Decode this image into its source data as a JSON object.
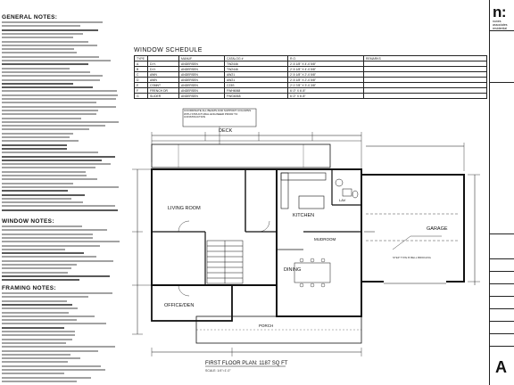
{
  "notes": {
    "general_title": "GENERAL NOTES:",
    "window_title": "WINDOW NOTES:",
    "framing_title": "FRAMING NOTES:"
  },
  "window_schedule": {
    "title": "WINDOW SCHEDULE",
    "columns": [
      "TYPE",
      "MANUF.",
      "CATALOG #",
      "R.O.",
      "REMARKS"
    ],
    "rows": [
      {
        "type": "A",
        "desc": "D.H.",
        "manuf": "ANDERSEN",
        "catalog": "TW2446",
        "ro": "2'-5 1/8\" X 4'-0 5/8\""
      },
      {
        "type": "B",
        "desc": "D.H.",
        "manuf": "ANDERSEN",
        "catalog": "TW2446",
        "ro": "2'-5 1/8\" X 4'-0 5/8\""
      },
      {
        "type": "C",
        "desc": "AWN",
        "manuf": "ANDERSEN",
        "catalog": "AW21",
        "ro": "2'-5 1/8\" X 2'-0 5/8\""
      },
      {
        "type": "D",
        "desc": "AWN",
        "manuf": "ANDERSEN",
        "catalog": "AW21",
        "ro": "2'-5 1/8\" X 2'-0 5/8\""
      },
      {
        "type": "E",
        "desc": "CSMNT",
        "manuf": "ANDERSEN",
        "catalog": "C23S",
        "ro": "2'-0 7/8\" X 3'-0 3/8\""
      },
      {
        "type": "F",
        "desc": "FRENCH DR",
        "manuf": "ANDERSEN",
        "catalog": "FWH6068",
        "ro": "6'-0\" X 6'-8\""
      },
      {
        "type": "G",
        "desc": "SLIDER",
        "manuf": "ANDERSEN",
        "catalog": "FWG6068",
        "ro": "6'-0\" X 6'-8\""
      }
    ]
  },
  "plan": {
    "rooms": {
      "deck": "DECK",
      "living": "LIVING ROOM",
      "kitchen": "KITCHEN",
      "garage": "GARAGE",
      "mudroom": "MUDROOM",
      "dining": "DINING",
      "office": "OFFICE/DEN",
      "porch": "PORCH",
      "lav": "LAV"
    },
    "title": "FIRST FLOOR PLAN: 1187 SQ FT",
    "scale": "SCALE: 1/4\"=1'-0\"",
    "callout": "COORDINATE ALL BEAMS AND SUPPORT COLUMNS WITH STRUCTURAL ENGINEER PRIOR TO CONSTRUCTION",
    "garage_note": "STEP TYPE B BELL BRIDGING"
  },
  "title_block": {
    "logo": "n:",
    "line1": "nunes associates",
    "line2": "residential",
    "sheet": "A"
  }
}
